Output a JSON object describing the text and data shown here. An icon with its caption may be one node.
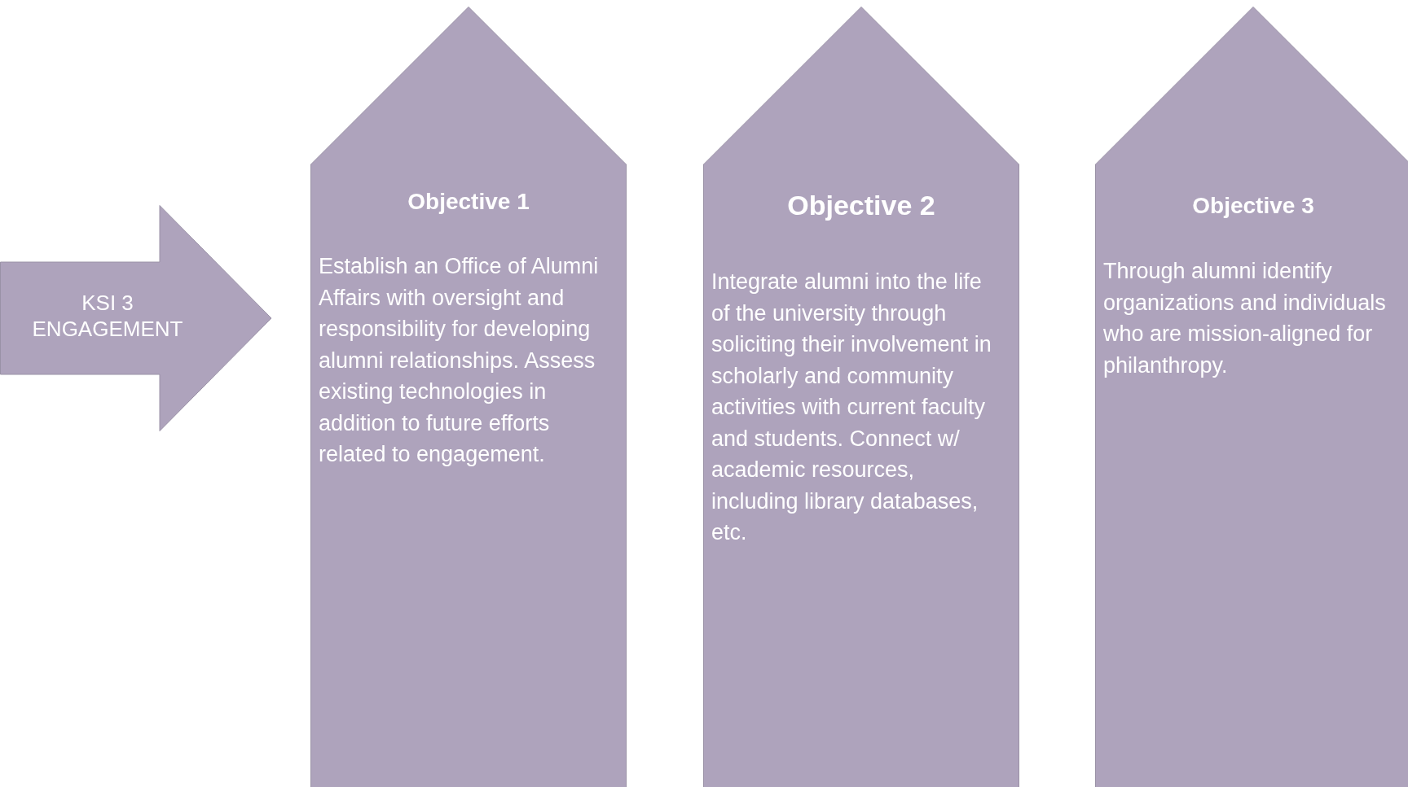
{
  "diagram": {
    "nodes": [
      {
        "text": [
          "KSI 3 ENGAGEMENT"
        ]
      },
      {
        "text": [
          "Objective 1",
          "Establish an Office of Alumni Affairs with oversight and responsibility for developing alumni relationships. Assess existing technologies in addition to future efforts related to engagement."
        ]
      },
      {
        "text": [
          "Objective 2",
          "Integrate alumni into the life of the university through soliciting their involvement in scholarly and community activities with current faculty and students. Connect w/ academic resources, including library databases, etc."
        ]
      },
      {
        "text": [
          "Objective 3",
          "Through alumni identify organizations and individuals who are mission-aligned for philanthropy."
        ]
      }
    ]
  }
}
